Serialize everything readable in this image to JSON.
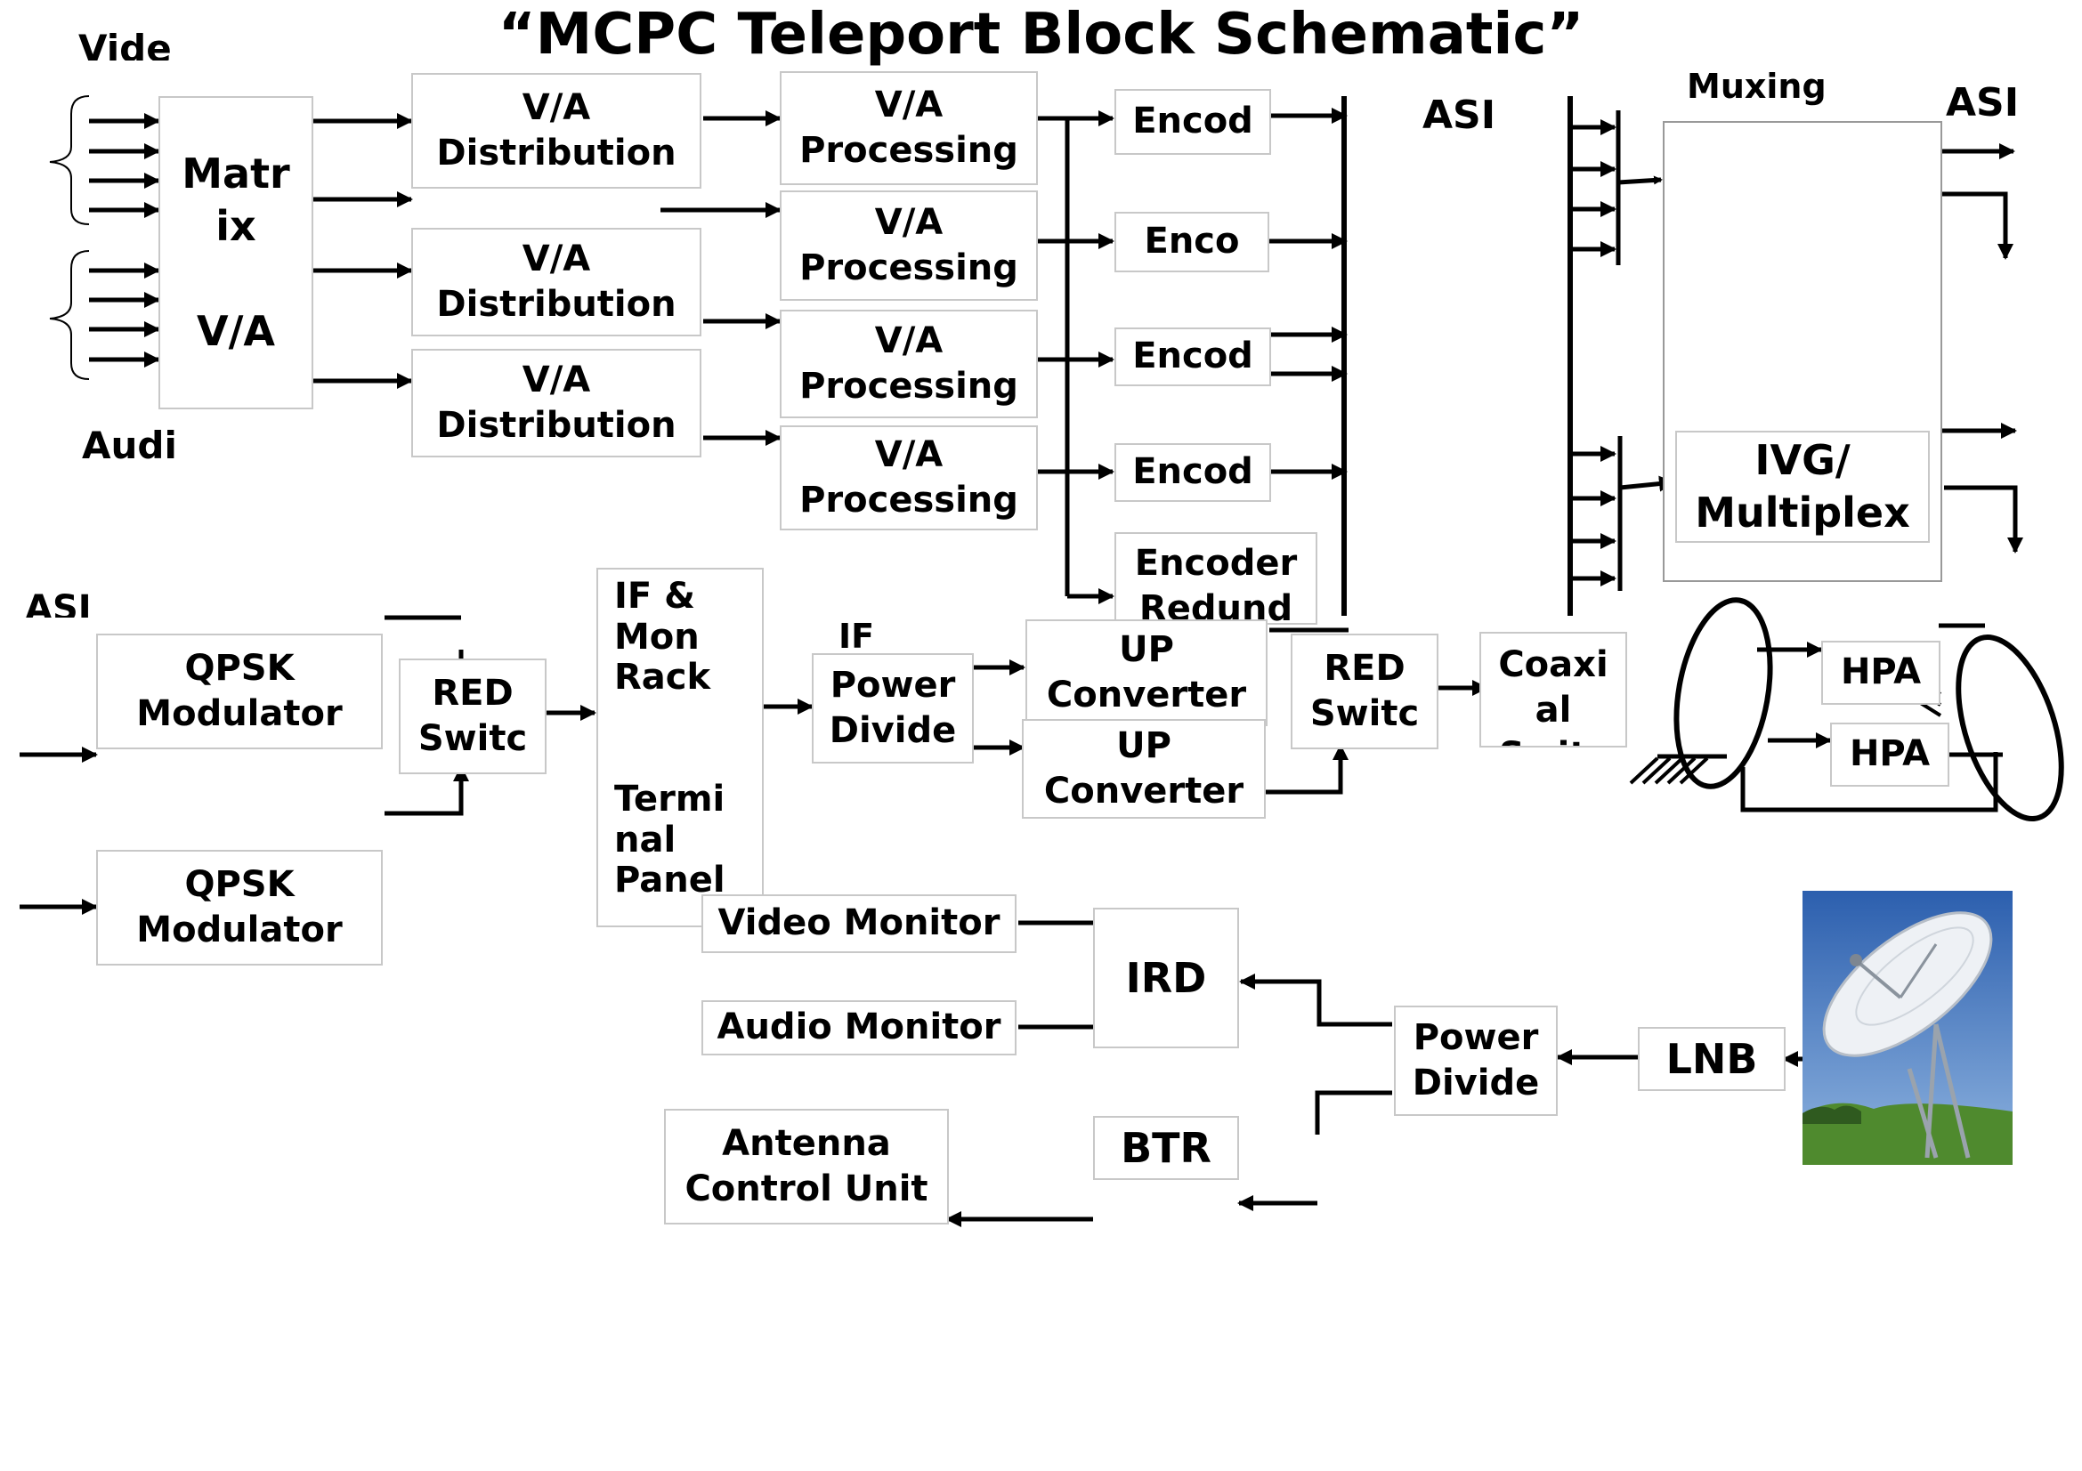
{
  "title": "“MCPC Teleport Block Schematic”",
  "labels": {
    "video": "Vide",
    "audio": "Audi",
    "asi_in": "ASI",
    "muxing": "Muxing",
    "asi_out": "ASI",
    "asi_left": "ASI",
    "if_label": "IF"
  },
  "blocks": {
    "matrix": "Matr ix\n\nV/A",
    "va_dist_1": "V/A Distribution",
    "va_dist_2": "V/A Distribution",
    "va_dist_3": "V/A Distribution",
    "va_proc_1": "V/A Processing",
    "va_proc_2": "V/A Processing",
    "va_proc_3": "V/A Processing",
    "va_proc_4": "V/A Processing",
    "enc_1": "Encod",
    "enc_2": "Enco",
    "enc_3": "Encod",
    "enc_4": "Encod",
    "enc_redund": "Encoder Redund",
    "ivg_mux": "IVG/ Multiplex",
    "qpsk_1": "QPSK Modulator",
    "qpsk_2": "QPSK Modulator",
    "red_switch_1": "RED Switc",
    "if_mon_rack": "IF & Mon Rack",
    "terminal_panel": "Termi nal Panel",
    "if_power_divide": "Power Divide",
    "up_conv_1": "UP Converter",
    "up_conv_2": "UP Converter",
    "red_switch_2": "RED Switc",
    "coaxial_switch": "Coaxi al Switc",
    "hpa_1": "HPA",
    "hpa_2": "HPA",
    "video_monitor": "Video Monitor",
    "audio_monitor": "Audio Monitor",
    "ird": "IRD",
    "power_divide_rx": "Power Divide",
    "lnb": "LNB",
    "antenna_control": "Antenna Control Unit",
    "btr": "BTR"
  },
  "colors": {
    "line": "#000000",
    "box_border": "#c8c8c8",
    "sky": "#3f6fb8",
    "grass": "#4f8a2e",
    "dish": "#e9edf2"
  },
  "icons": [
    "satellite-dish-photo",
    "ground-symbol",
    "feed-horn-ellipse"
  ]
}
